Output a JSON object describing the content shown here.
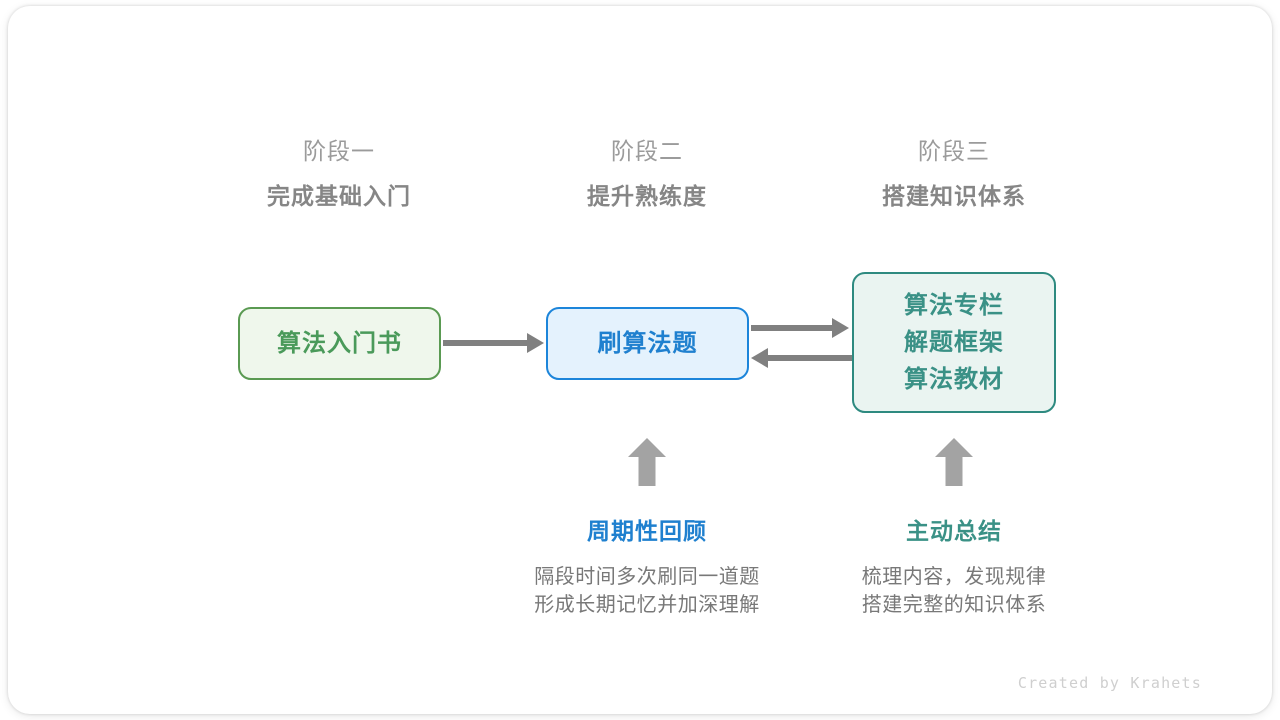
{
  "phases": [
    {
      "title": "阶段一",
      "subtitle": "完成基础入门"
    },
    {
      "title": "阶段二",
      "subtitle": "提升熟练度"
    },
    {
      "title": "阶段三",
      "subtitle": "搭建知识体系"
    }
  ],
  "nodes": {
    "book": {
      "label": "算法入门书",
      "color": "#4a9a5a",
      "border": "#5a9a52",
      "fill": "#eff7ec"
    },
    "practice": {
      "label": "刷算法题",
      "color": "#1f80cf",
      "border": "#1c85da",
      "fill": "#e4f2fd"
    },
    "resources": {
      "lines": [
        "算法专栏",
        "解题框架",
        "算法教材"
      ],
      "color": "#3a9186",
      "border": "#2e8a80",
      "fill": "#eaf4f1"
    }
  },
  "connectors": {
    "book_to_practice": "arrow-right",
    "practice_to_resources": "arrow-right",
    "resources_to_practice": "arrow-left",
    "color": "#808080"
  },
  "notes": [
    {
      "icon": "up-arrow-icon",
      "title": "周期性回顾",
      "accent": "#1f80cf",
      "body_lines": [
        "隔段时间多次刷同一道题",
        "形成长期记忆并加深理解"
      ]
    },
    {
      "icon": "up-arrow-icon",
      "title": "主动总结",
      "accent": "#3a9186",
      "body_lines": [
        "梳理内容，发现规律",
        "搭建完整的知识体系"
      ]
    }
  ],
  "credit": "Created by Krahets"
}
